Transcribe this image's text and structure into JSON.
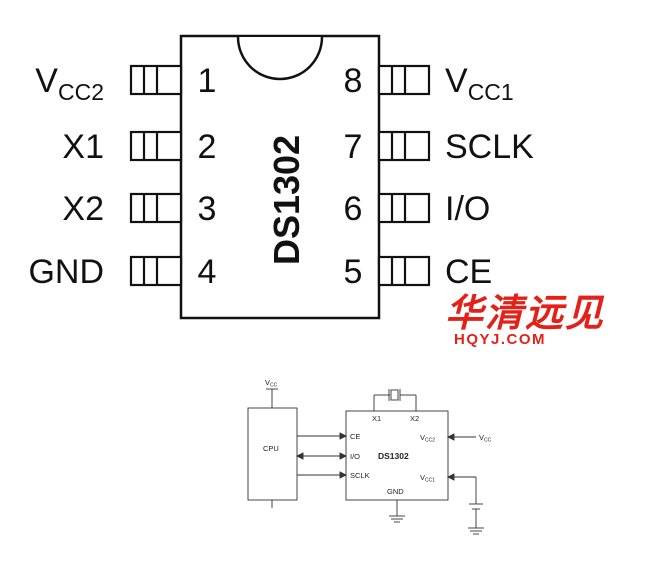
{
  "chip": {
    "name": "DS1302",
    "left_pins": [
      {
        "number": "1",
        "label": "V",
        "sub": "CC2"
      },
      {
        "number": "2",
        "label": "X1",
        "sub": ""
      },
      {
        "number": "3",
        "label": "X2",
        "sub": ""
      },
      {
        "number": "4",
        "label": "GND",
        "sub": ""
      }
    ],
    "right_pins": [
      {
        "number": "8",
        "label": "V",
        "sub": "CC1"
      },
      {
        "number": "7",
        "label": "SCLK",
        "sub": ""
      },
      {
        "number": "6",
        "label": "I/O",
        "sub": ""
      },
      {
        "number": "5",
        "label": "CE",
        "sub": ""
      }
    ]
  },
  "watermark": {
    "chinese": "华清远见",
    "domain": "HQYJ.COM",
    "color": "#e32119"
  },
  "circuit": {
    "cpu_label": "CPU",
    "chip_label": "DS1302",
    "vcc_top": {
      "label": "V",
      "sub": "CC"
    },
    "vcc_right": {
      "label": "V",
      "sub": "CC"
    },
    "x1": "X1",
    "x2": "X2",
    "ce": "CE",
    "io": "I/O",
    "sclk": "SCLK",
    "vcc2": {
      "label": "V",
      "sub": "CC2"
    },
    "vcc1": {
      "label": "V",
      "sub": "CC1"
    },
    "gnd": "GND"
  }
}
